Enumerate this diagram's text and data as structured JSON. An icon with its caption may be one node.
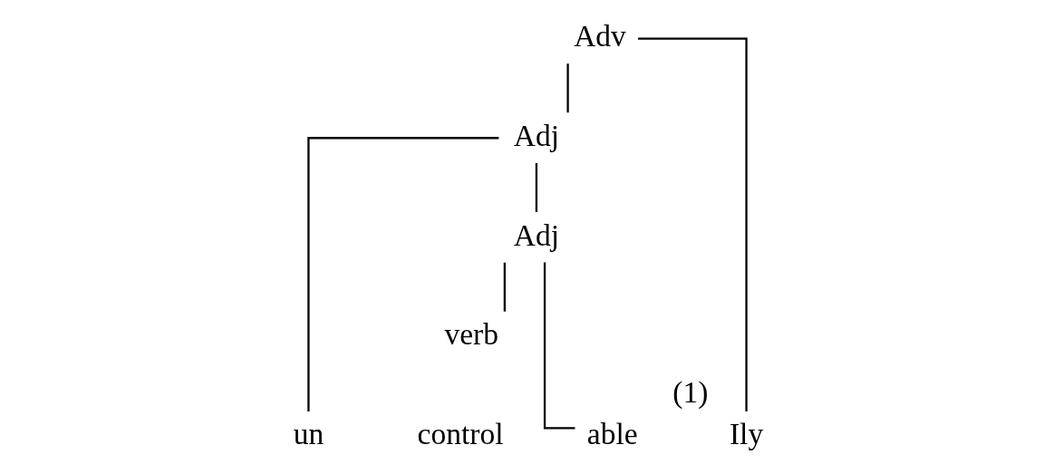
{
  "diagram": {
    "nodes": [
      {
        "text": [
          "Adv"
        ]
      },
      {
        "text": [
          "Adj"
        ]
      },
      {
        "text": [
          "un"
        ]
      },
      {
        "text": [
          "Adj"
        ]
      },
      {
        "text": [
          "verb"
        ]
      },
      {
        "text": [
          "able"
        ]
      },
      {
        "text": [
          "Ily"
        ],
        "beside": [
          "(1)"
        ]
      }
    ],
    "edges": [
      {
        "from": 0,
        "to": 1,
        "arrow": "none"
      },
      {
        "from": 0,
        "to": 6,
        "arrow": "none"
      },
      {
        "from": 1,
        "to": 2,
        "arrow": "none"
      },
      {
        "from": 1,
        "to": 3,
        "arrow": "none"
      },
      {
        "from": 3,
        "to": 4,
        "arrow": "none"
      },
      {
        "from": 3,
        "to": 5,
        "arrow": "none"
      }
    ],
    "labels": [
      "control"
    ]
  }
}
